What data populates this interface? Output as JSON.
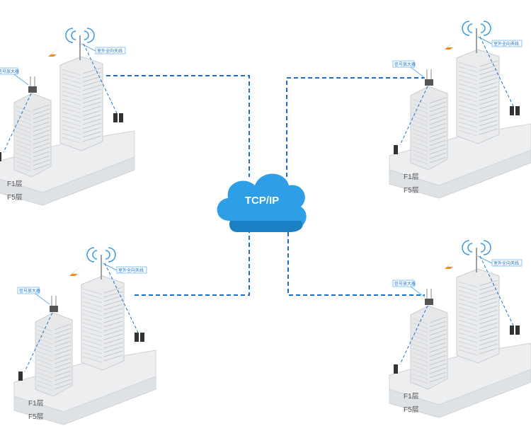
{
  "network": {
    "label": "TCP/IP"
  },
  "sites": [
    {
      "amplifier_label": "信号放大器",
      "antenna_label": "室外全向天线",
      "floor_top": "F1层",
      "floor_bottom": "F5层"
    },
    {
      "amplifier_label": "信号放大器",
      "antenna_label": "室外全向天线",
      "floor_top": "F1层",
      "floor_bottom": "F5层"
    },
    {
      "amplifier_label": "信号放大器",
      "antenna_label": "室外全向天线",
      "floor_top": "F1层",
      "floor_bottom": "F5层"
    },
    {
      "amplifier_label": "信号放大器",
      "antenna_label": "室外全向天线",
      "floor_top": "F1层",
      "floor_bottom": "F5层"
    }
  ],
  "colors": {
    "cloud": "#2e9fe6",
    "link": "#1f6fc9",
    "lightning": "#f08a1c",
    "label_border": "#5ab0e6"
  }
}
